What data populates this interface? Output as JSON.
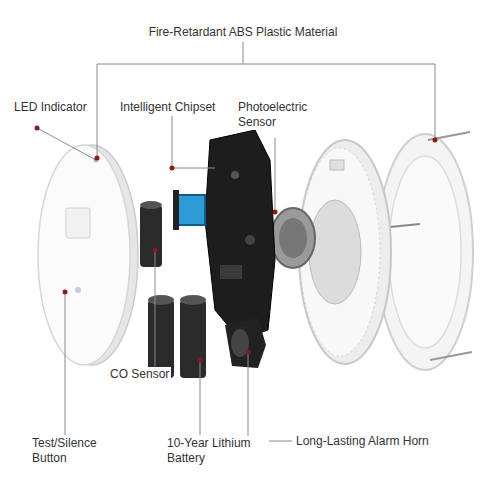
{
  "diagram": {
    "labels": [
      "Fire-Retardant ABS Plastic Material",
      "LED Indicator",
      "Intelligent Chipset",
      "Photoelectric Sensor",
      "CO Sensor",
      "Test/Silence Button",
      "10-Year Lithium Battery",
      "Long-Lasting Alarm Horn"
    ]
  }
}
